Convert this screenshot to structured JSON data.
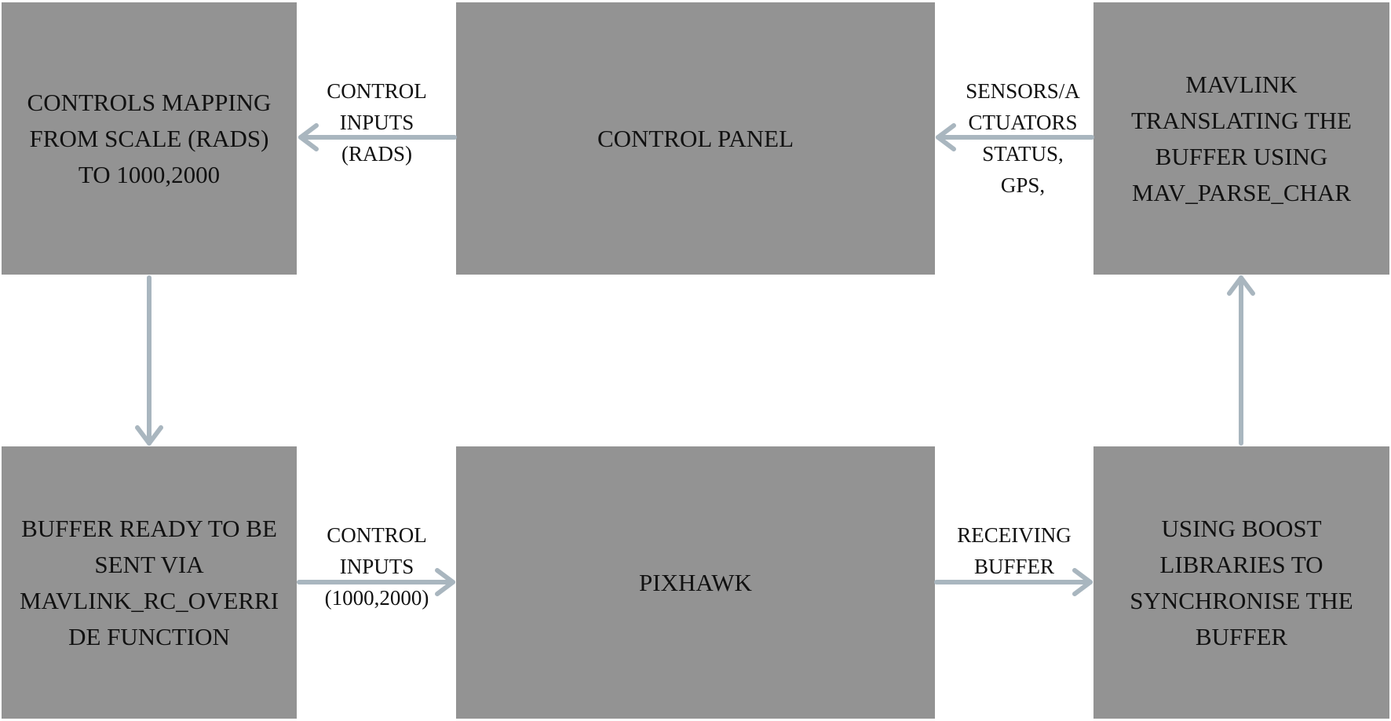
{
  "nodes": {
    "controls_mapping": {
      "lines": [
        "CONTROLS MAPPING",
        "FROM SCALE (RADS)",
        "TO 1000,2000"
      ]
    },
    "control_panel": {
      "lines": [
        "CONTROL PANEL"
      ]
    },
    "mavlink_translating": {
      "lines": [
        "MAVLINK",
        "TRANSLATING THE",
        "BUFFER USING",
        "MAV_PARSE_CHAR"
      ]
    },
    "buffer_ready": {
      "lines": [
        "BUFFER READY TO BE",
        "SENT VIA",
        "MAVLINK_RC_OVERRI",
        "DE FUNCTION"
      ]
    },
    "pixhawk": {
      "lines": [
        "PIXHAWK"
      ]
    },
    "boost_libraries": {
      "lines": [
        "USING BOOST",
        "LIBRARIES TO",
        "SYNCHRONISE THE",
        "BUFFER"
      ]
    }
  },
  "edges": {
    "panel_to_mapping": {
      "lines": [
        "CONTROL",
        "INPUTS",
        "(RADS)"
      ]
    },
    "mavlink_to_panel": {
      "lines": [
        "SENSORS/A",
        "CTUATORS",
        "STATUS,",
        "GPS,"
      ]
    },
    "buffer_to_pixhawk": {
      "lines": [
        "CONTROL",
        "INPUTS",
        "(1000,2000)"
      ]
    },
    "pixhawk_to_boost": {
      "lines": [
        "RECEIVING",
        "BUFFER"
      ]
    },
    "mapping_to_buffer": {},
    "boost_to_mavlink": {}
  },
  "colors": {
    "box_fill": "#939393",
    "arrow": "#a9b6bf",
    "text": "#111111"
  }
}
